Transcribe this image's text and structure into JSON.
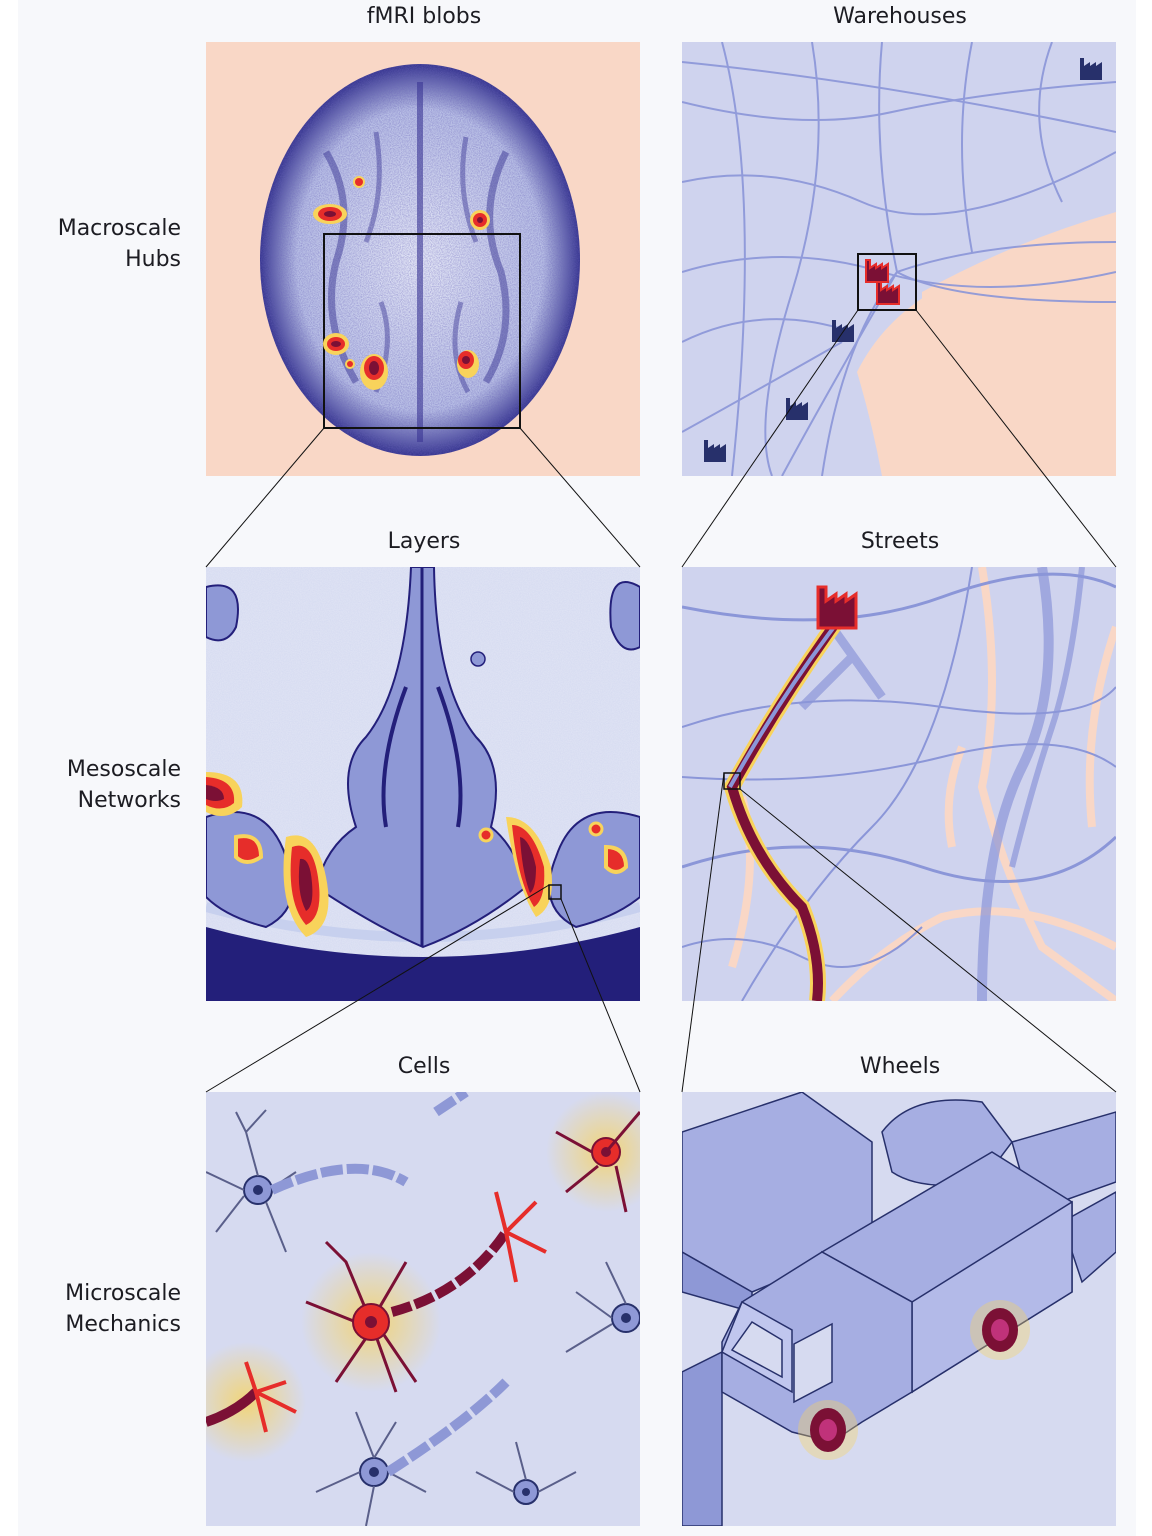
{
  "columns": {
    "brain": [
      "fMRI blobs",
      "Layers",
      "Cells"
    ],
    "city": [
      "Warehouses",
      "Streets",
      "Wheels"
    ]
  },
  "rows": [
    {
      "line1": "Macroscale",
      "line2": "Hubs"
    },
    {
      "line1": "Mesoscale",
      "line2": "Networks"
    },
    {
      "line1": "Microscale",
      "line2": "Mechanics"
    }
  ],
  "colors": {
    "peach": "#f9d7c6",
    "brain_navy": "#231f7a",
    "brain_light": "#c7d0ee",
    "map_bg": "#cfd3ee",
    "road": "#8b96d8",
    "active_dark": "#7b1035",
    "active_red": "#e62d2a",
    "active_yellow": "#f8d35b",
    "icon_navy": "#27306b"
  },
  "icons": [
    "factory-icon",
    "truck-icon",
    "neuron-icon"
  ]
}
